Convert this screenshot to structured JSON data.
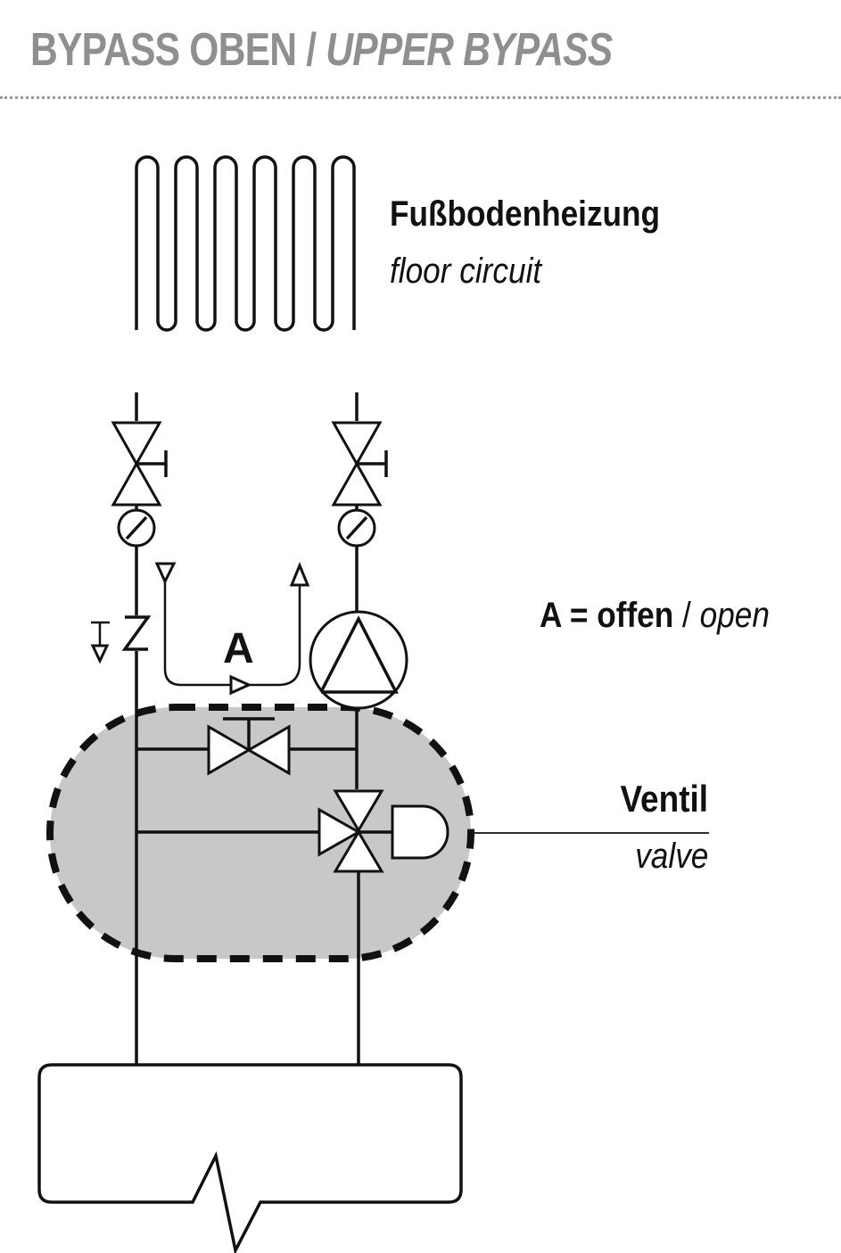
{
  "title": {
    "de": "BYPASS OBEN",
    "separator": " / ",
    "en": "UPPER BYPASS"
  },
  "floor_circuit": {
    "de": "Fußbodenheizung",
    "en": "floor circuit"
  },
  "legend": {
    "key": "A = ",
    "de": "offen",
    "separator": " / ",
    "en": "open"
  },
  "flow_marker": "A",
  "valve": {
    "de": "Ventil",
    "en": "valve"
  },
  "colors": {
    "title_gray": "#8f8f8f",
    "highlight_fill": "#c8c8c8",
    "line": "#111111"
  }
}
